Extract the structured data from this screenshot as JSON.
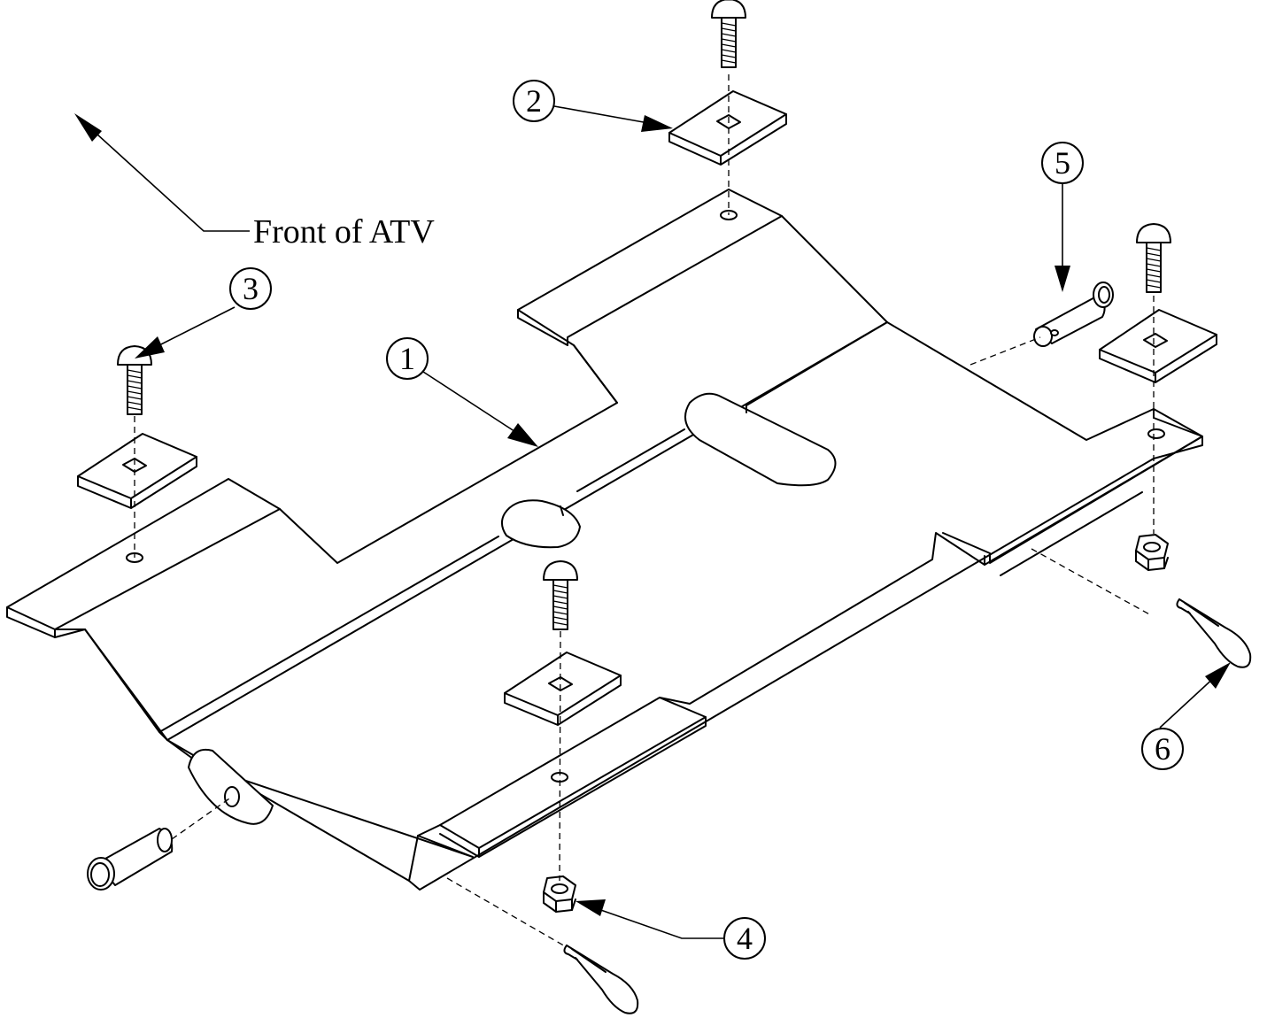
{
  "callouts": {
    "c1": "1",
    "c2": "2",
    "c3": "3",
    "c4": "4",
    "c5": "5",
    "c6": "6"
  },
  "front_label": "Front of ATV"
}
